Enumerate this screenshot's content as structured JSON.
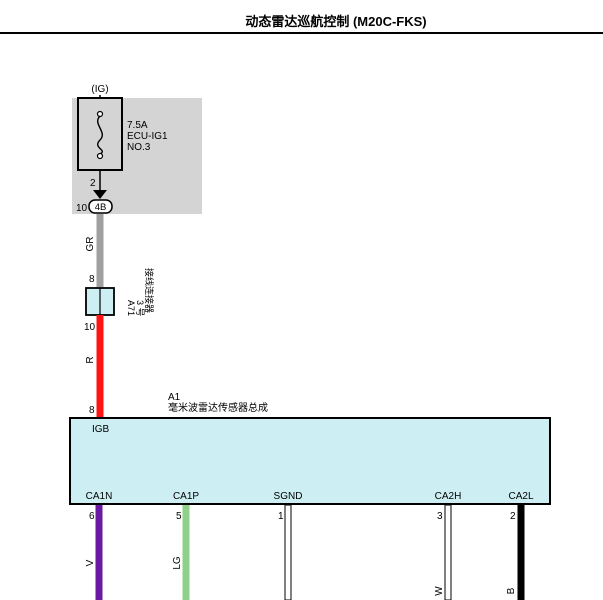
{
  "title": "动态雷达巡航控制 (M20C-FKS)",
  "fuse": {
    "power_label": "(IG)",
    "rating": "7.5A",
    "name": "ECU-IG1",
    "number": "NO.3",
    "pin": "2",
    "connector": "4B",
    "connector_pin": "10"
  },
  "wire_gr": {
    "color_code": "GR",
    "color": "#a0a0a0"
  },
  "junction": {
    "pin_top": "8",
    "pin_bottom": "10",
    "id": "A71",
    "desc_line1": "3 号",
    "desc_line2": "接线连接器"
  },
  "wire_r": {
    "color_code": "R",
    "color": "#ff1414"
  },
  "sensor": {
    "id": "A1",
    "name": "毫米波雷达传感器总成",
    "input_pin": "8",
    "terminal": "IGB",
    "fill": "#cdeef2",
    "pins": [
      {
        "label": "CA1N",
        "num": "6",
        "wire": "V",
        "color": "#6a1aa0"
      },
      {
        "label": "CA1P",
        "num": "5",
        "wire": "LG",
        "color": "#8fd08a"
      },
      {
        "label": "SGND",
        "num": "1",
        "wire": "",
        "color": "#ffffff"
      },
      {
        "label": "CA2H",
        "num": "3",
        "wire": "W",
        "color": "#ffffff"
      },
      {
        "label": "CA2L",
        "num": "2",
        "wire": "B",
        "color": "#000000"
      }
    ]
  }
}
